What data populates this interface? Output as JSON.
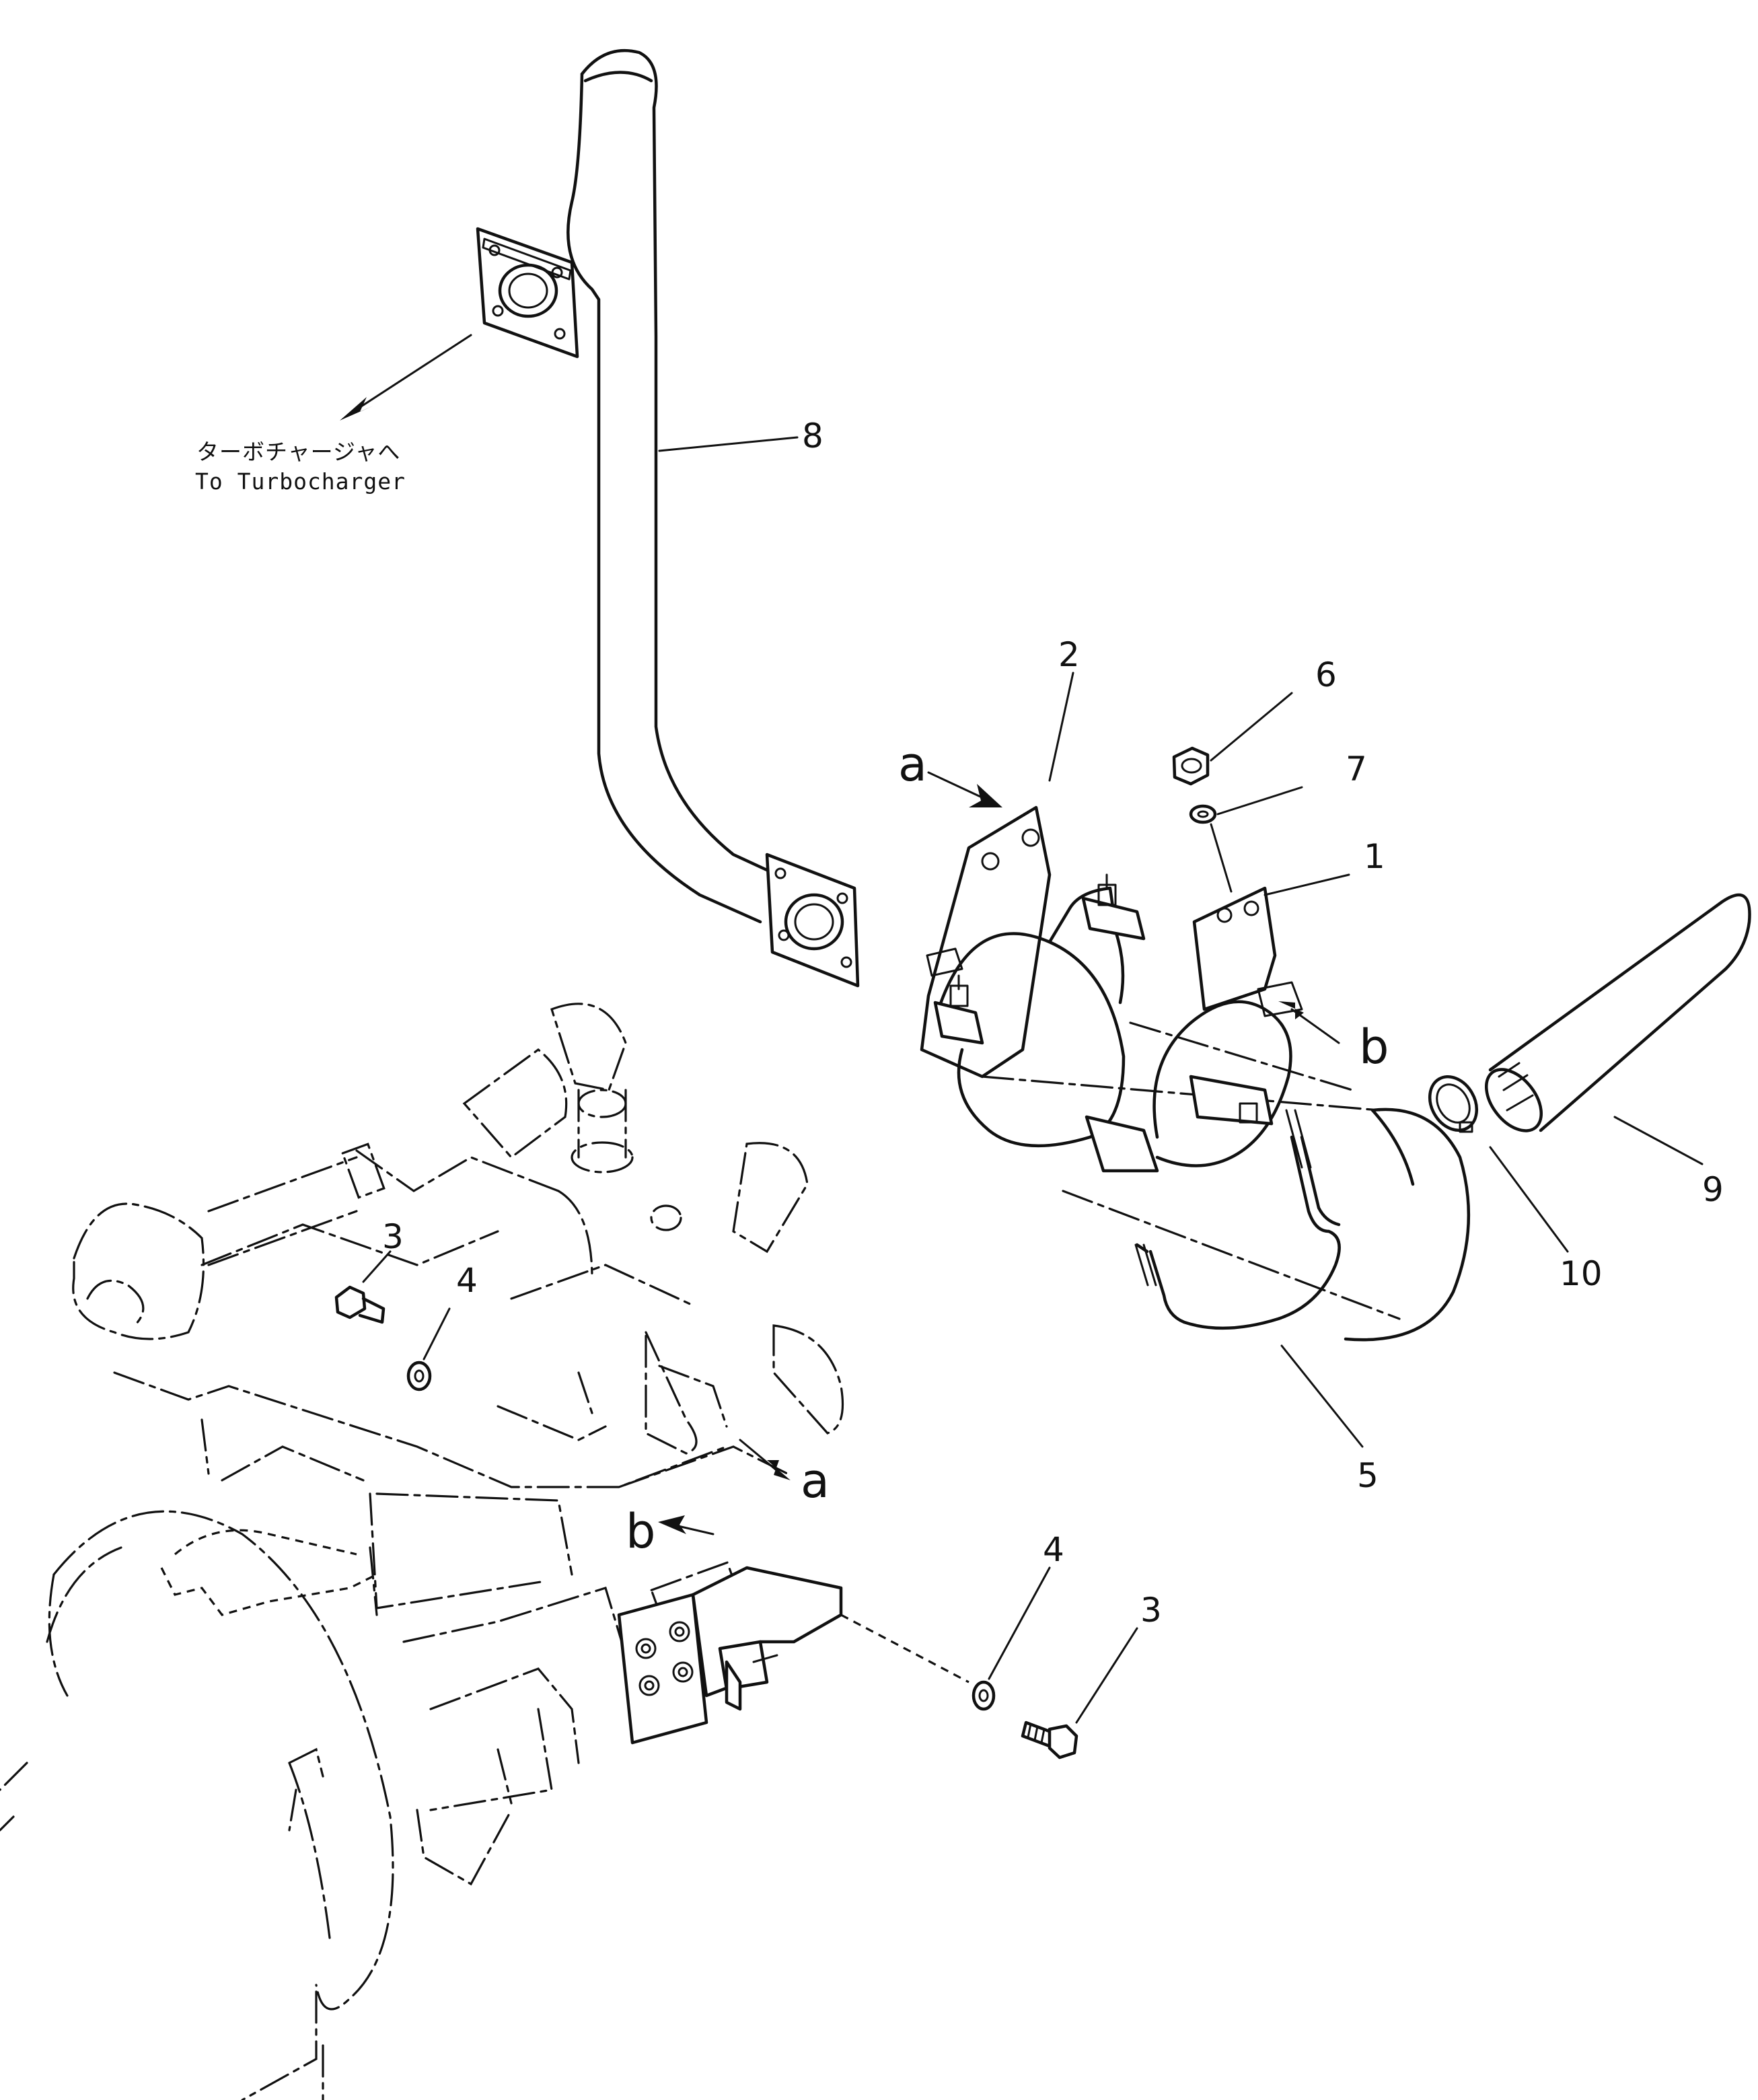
{
  "note": {
    "jp": "ターボチャージャへ",
    "en": "To Turbocharger"
  },
  "callouts": {
    "c1": "1",
    "c2": "2",
    "c3a": "3",
    "c3b": "3",
    "c4a": "4",
    "c4b": "4",
    "c5": "5",
    "c6": "6",
    "c7": "7",
    "c8": "8",
    "c9": "9",
    "c10": "10"
  },
  "refs": {
    "a_bracket": "a",
    "a_engine": "a",
    "b_bracket": "b",
    "b_engine": "b"
  }
}
